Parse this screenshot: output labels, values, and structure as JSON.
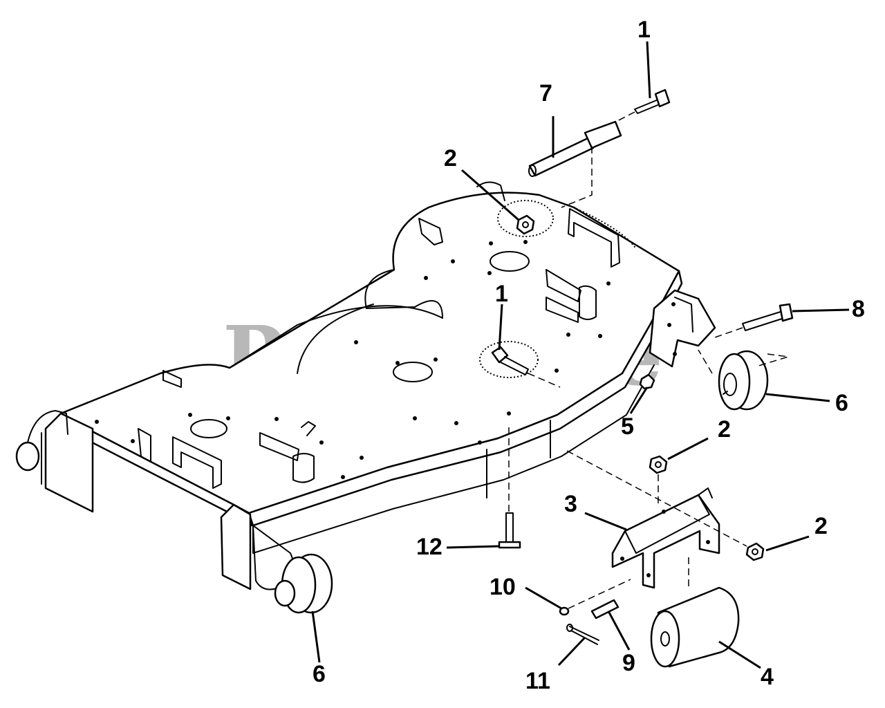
{
  "watermark": "PartsTree",
  "callouts": [
    {
      "id": "callout-1-top",
      "text": "1"
    },
    {
      "id": "callout-7",
      "text": "7"
    },
    {
      "id": "callout-2-top",
      "text": "2"
    },
    {
      "id": "callout-1-mid",
      "text": "1"
    },
    {
      "id": "callout-8",
      "text": "8"
    },
    {
      "id": "callout-6-right",
      "text": "6"
    },
    {
      "id": "callout-5",
      "text": "5"
    },
    {
      "id": "callout-2-right-upper",
      "text": "2"
    },
    {
      "id": "callout-3",
      "text": "3"
    },
    {
      "id": "callout-2-right-lower",
      "text": "2"
    },
    {
      "id": "callout-12",
      "text": "12"
    },
    {
      "id": "callout-10",
      "text": "10"
    },
    {
      "id": "callout-9",
      "text": "9"
    },
    {
      "id": "callout-4",
      "text": "4"
    },
    {
      "id": "callout-11",
      "text": "11"
    },
    {
      "id": "callout-6-left",
      "text": "6"
    }
  ]
}
